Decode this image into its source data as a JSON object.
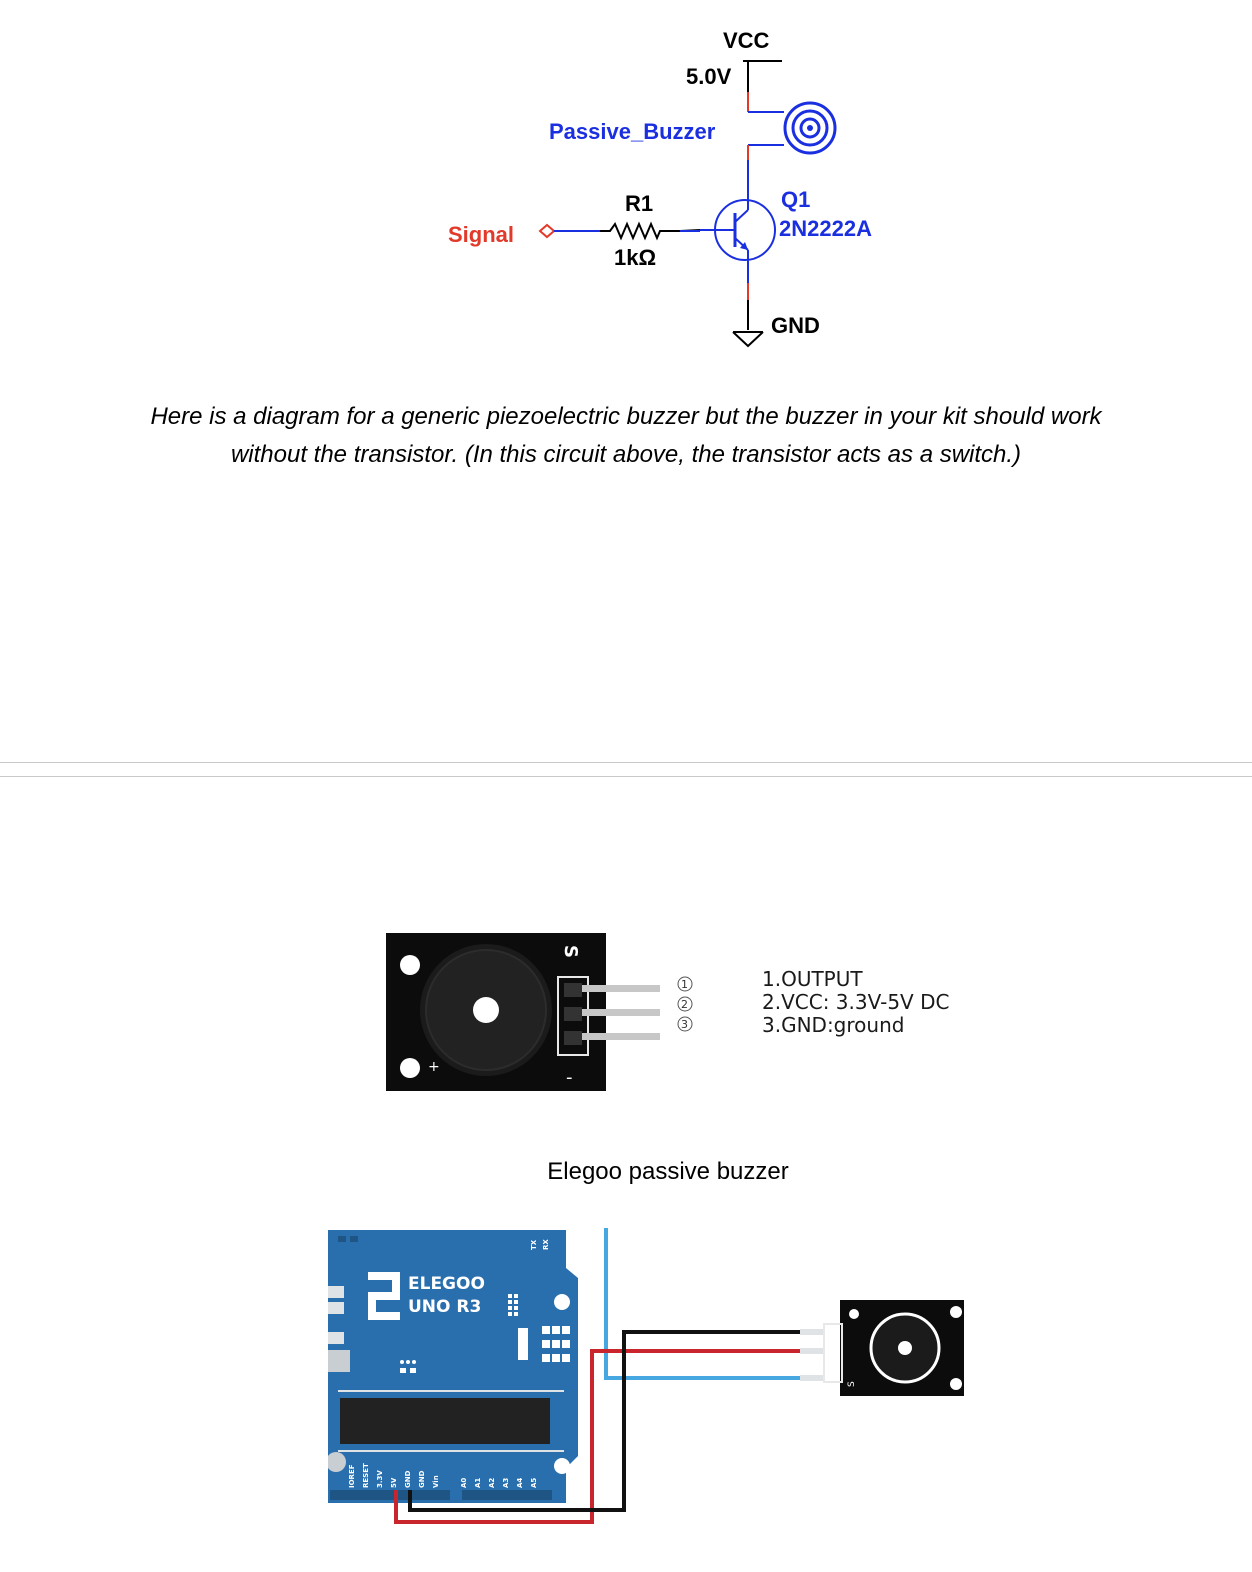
{
  "schematic": {
    "vcc_label": "VCC",
    "voltage_label": "5.0V",
    "buzzer_label": "Passive_Buzzer",
    "resistor_ref": "R1",
    "resistor_value": "1kΩ",
    "signal_label": "Signal",
    "transistor_ref": "Q1",
    "transistor_part": "2N2222A",
    "ground_label": "GND",
    "colors": {
      "wire_blue": "#1a2fe0",
      "wire_red": "#e23a2a",
      "black": "#000000"
    }
  },
  "caption": {
    "line1": "Here is a diagram for a generic piezoelectric buzzer but the buzzer in your kit should work",
    "line2": "without the transistor. (In this circuit above, the transistor acts as a switch.)"
  },
  "module": {
    "silk_s": "S",
    "silk_minus": "-",
    "silk_plus": "+",
    "pin_numbers": [
      "1",
      "2",
      "3"
    ],
    "pins": [
      "1.OUTPUT",
      "2.VCC: 3.3V-5V DC",
      "3.GND:ground"
    ],
    "caption": "Elegoo passive buzzer"
  },
  "wiring": {
    "board_brand": "ELEGOO",
    "board_model": "UNO R3",
    "board_pin_labels": [
      "IOREF",
      "RESET",
      "3.3V",
      "5V",
      "GND",
      "GND",
      "Vin",
      "A0",
      "A1",
      "A2",
      "A3",
      "A4",
      "A5"
    ],
    "header_labels": [
      "TX",
      "RX"
    ],
    "module_silk": "S",
    "colors": {
      "board_blue": "#2a6fad",
      "wire_blue": "#47a7e0",
      "wire_red": "#c8262c",
      "wire_black": "#111111"
    }
  }
}
